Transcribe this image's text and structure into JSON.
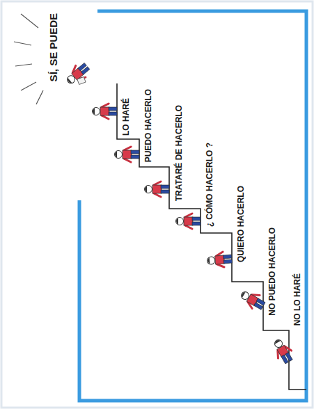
{
  "diagram": {
    "title": "SÍ, SE PUEDE",
    "labels": [
      "LO HARÉ",
      "PUEDO HACERLO",
      "TRATARÉ DE HACERLO",
      "¿ CÓMO HACERLO ?",
      "QUIERO HACERLO",
      "NO PUEDO HACERLO",
      "NO LO HARÉ"
    ]
  }
}
